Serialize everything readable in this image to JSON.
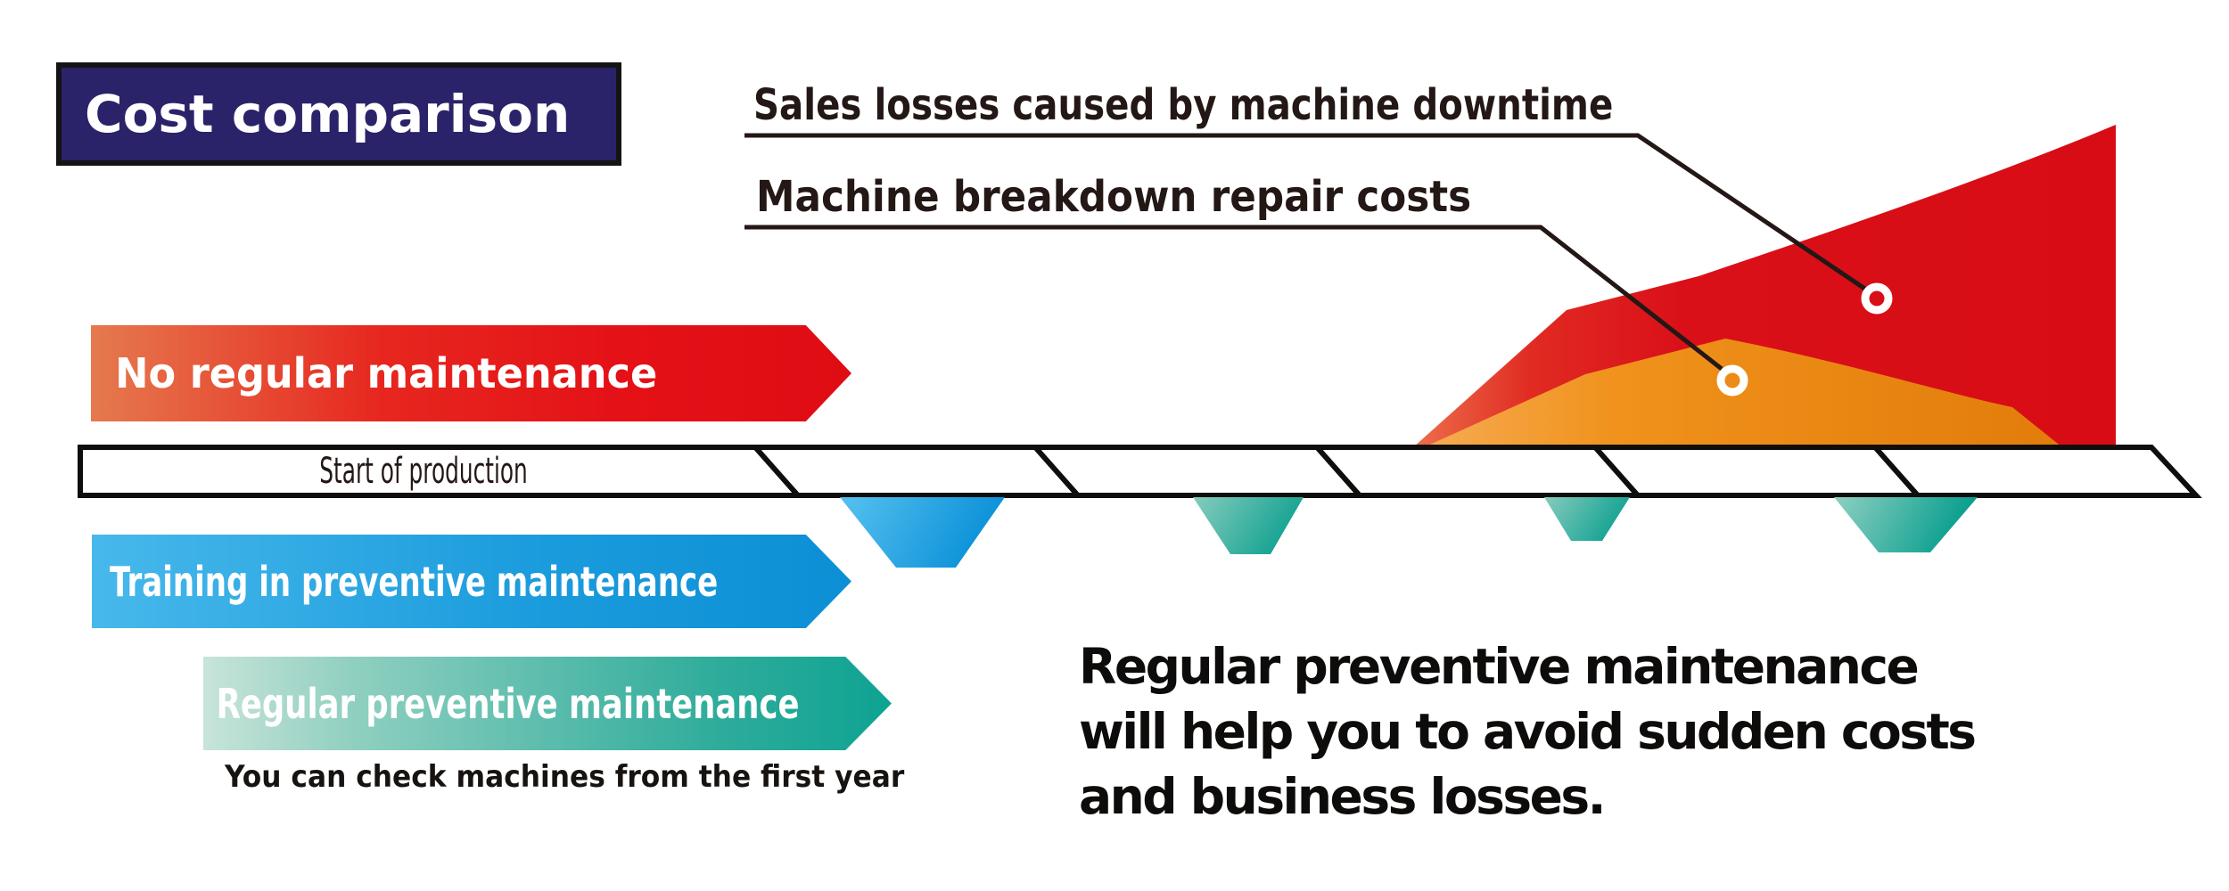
{
  "title": {
    "label": "Cost comparison",
    "bg_color": "#2a2369"
  },
  "callouts": {
    "sales": {
      "label": "Sales losses caused by machine downtime"
    },
    "repair": {
      "label": "Machine breakdown repair costs"
    }
  },
  "timeline": {
    "start_label": "Start of production",
    "segments": 6,
    "checkpoint_count": 4
  },
  "banners": {
    "none": {
      "label": "No regular maintenance",
      "gradient": [
        "#e57a4e",
        "#df0d13"
      ]
    },
    "training": {
      "label": "Training in preventive maintenance",
      "gradient": [
        "#47b8eb",
        "#0c8fd5"
      ]
    },
    "regular": {
      "label": "Regular preventive maintenance",
      "gradient": [
        "#c8e4d9",
        "#0ea392"
      ]
    }
  },
  "note": {
    "label": "You can check machines from the first year"
  },
  "message": {
    "line1": "Regular preventive maintenance",
    "line2": "will help you to avoid sudden costs",
    "line3": "and business losses."
  },
  "chart": {
    "sales_loss_area_color": "#d70c14",
    "repair_cost_area_color": "#ec8a12",
    "marker_ring_color": "#ffffff",
    "line_color": "#231815",
    "blue_checkpoint_color": "#0990d8",
    "teal_checkpoint_color": "#0b9f8f"
  }
}
